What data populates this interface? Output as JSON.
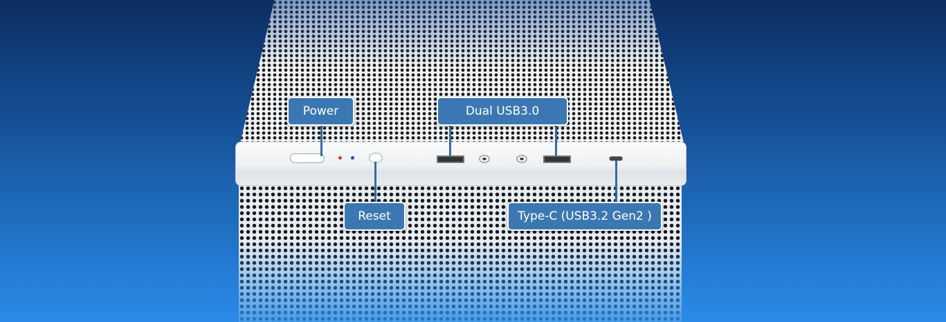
{
  "callouts": {
    "power": "Power",
    "dual_usb": "Dual USB3.0",
    "reset": "Reset",
    "type_c": "Type-C (USB3.2 Gen2 )"
  },
  "colors": {
    "label_fill": "#3b78b3",
    "connector": "#2f6ea8",
    "background_top": "#0c2d62",
    "background_bottom": "#2a8be8"
  }
}
